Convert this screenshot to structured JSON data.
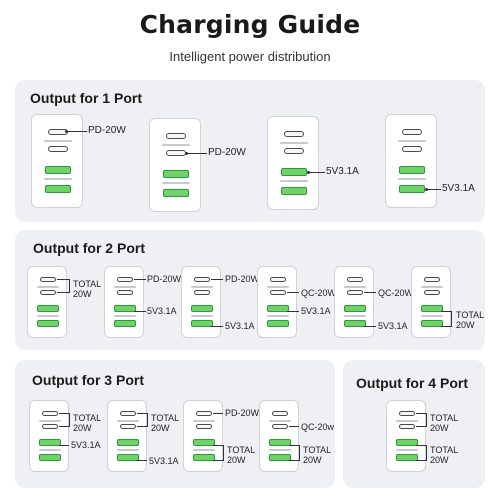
{
  "header": {
    "title": "Charging Guide",
    "subtitle": "Intelligent power distribution"
  },
  "sections": {
    "one_port": {
      "title": "Output for 1 Port",
      "labels": [
        "PD-20W",
        "PD-20W",
        "5V3.1A",
        "5V3.1A"
      ]
    },
    "two_port": {
      "title": "Output for 2 Port",
      "chargers": [
        {
          "labels": [
            "TOTAL",
            "20W"
          ]
        },
        {
          "labels": [
            "PD-20W",
            "5V3.1A"
          ]
        },
        {
          "labels": [
            "PD-20W",
            "5V3.1A"
          ]
        },
        {
          "labels": [
            "QC-20W",
            "5V3.1A"
          ]
        },
        {
          "labels": [
            "QC-20W",
            "5V3.1A"
          ]
        },
        {
          "labels": [
            "TOTAL",
            "20W"
          ]
        }
      ]
    },
    "three_port": {
      "title": "Output for 3 Port",
      "chargers": [
        {
          "labels": [
            "TOTAL",
            "20W",
            "5V3.1A"
          ]
        },
        {
          "labels": [
            "TOTAL",
            "20W",
            "5V3.1A"
          ]
        },
        {
          "labels": [
            "PD-20W",
            "TOTAL",
            "20W"
          ]
        },
        {
          "labels": [
            "QC-20w",
            "TOTAL",
            "20W"
          ]
        }
      ]
    },
    "four_port": {
      "title": "Output for 4 Port",
      "labels": [
        "TOTAL",
        "20W",
        "TOTAL",
        "20W"
      ]
    }
  },
  "colors": {
    "panel_bg": "#eef0f3",
    "usb_a_green": "#6fd36a",
    "usb_c_outline": "#4a4a4a"
  }
}
